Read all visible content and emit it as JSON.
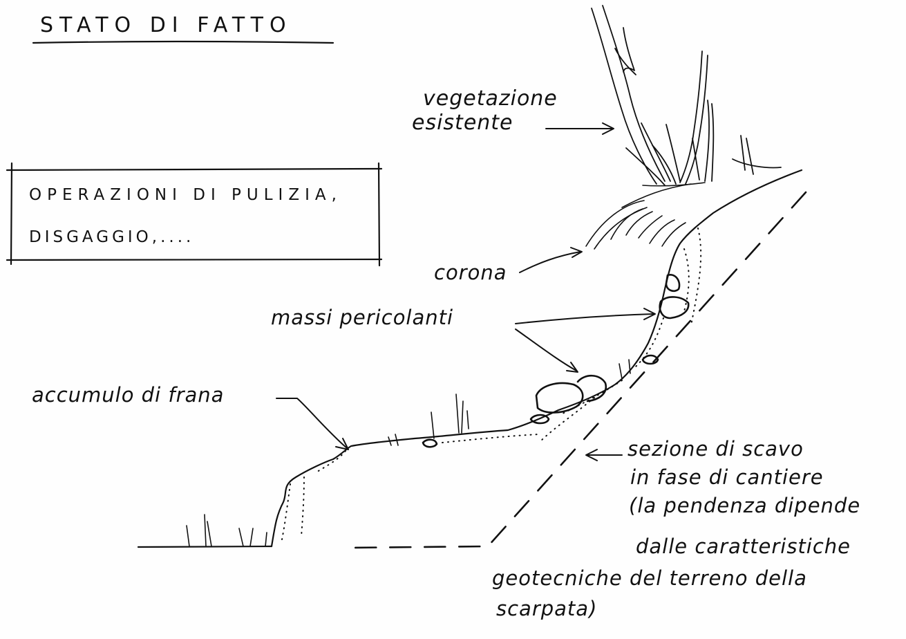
{
  "title": "STATO DI FATTO",
  "operations_box": {
    "line1": "OPERAZIONI DI PULIZIA,",
    "line2": "DISGAGGIO,...."
  },
  "labels": {
    "vegetation_line1": "vegetazione",
    "vegetation_line2": "esistente",
    "corona": "corona",
    "boulders": "massi pericolanti",
    "landslide": "accumulo di frana",
    "section_line1": "sezione di scavo",
    "section_line2": "in fase di cantiere",
    "section_line3": "(la pendenza dipende",
    "section_line4": "dalle caratteristiche",
    "section_line5": "geotecniche del terreno della",
    "section_line6": "scarpata)"
  }
}
